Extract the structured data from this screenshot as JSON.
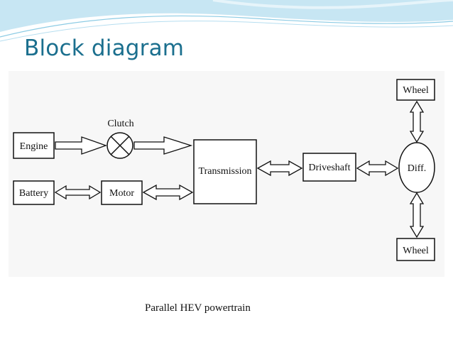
{
  "slide": {
    "title": "Block diagram",
    "caption": "Parallel HEV powertrain",
    "accent_color": "#1b6f8e",
    "decor_color": "#a9d7ea"
  },
  "diagram": {
    "blocks": {
      "engine": "Engine",
      "battery": "Battery",
      "motor": "Motor",
      "transmission": "Transmission",
      "driveshaft": "Driveshaft",
      "differential": "Diff.",
      "wheel_top": "Wheel",
      "wheel_bottom": "Wheel"
    },
    "clutch_label": "Clutch",
    "clutch_symbol": "circle-with-x",
    "connections": [
      {
        "from": "engine",
        "to": "clutch",
        "style": "one-way-arrow"
      },
      {
        "from": "clutch",
        "to": "transmission",
        "style": "one-way-arrow"
      },
      {
        "from": "battery",
        "to": "motor",
        "style": "two-way-arrow"
      },
      {
        "from": "motor",
        "to": "transmission",
        "style": "two-way-arrow"
      },
      {
        "from": "transmission",
        "to": "driveshaft",
        "style": "two-way-arrow"
      },
      {
        "from": "driveshaft",
        "to": "differential",
        "style": "two-way-arrow"
      },
      {
        "from": "differential",
        "to": "wheel_top",
        "style": "two-way-arrow"
      },
      {
        "from": "differential",
        "to": "wheel_bottom",
        "style": "two-way-arrow"
      }
    ]
  }
}
